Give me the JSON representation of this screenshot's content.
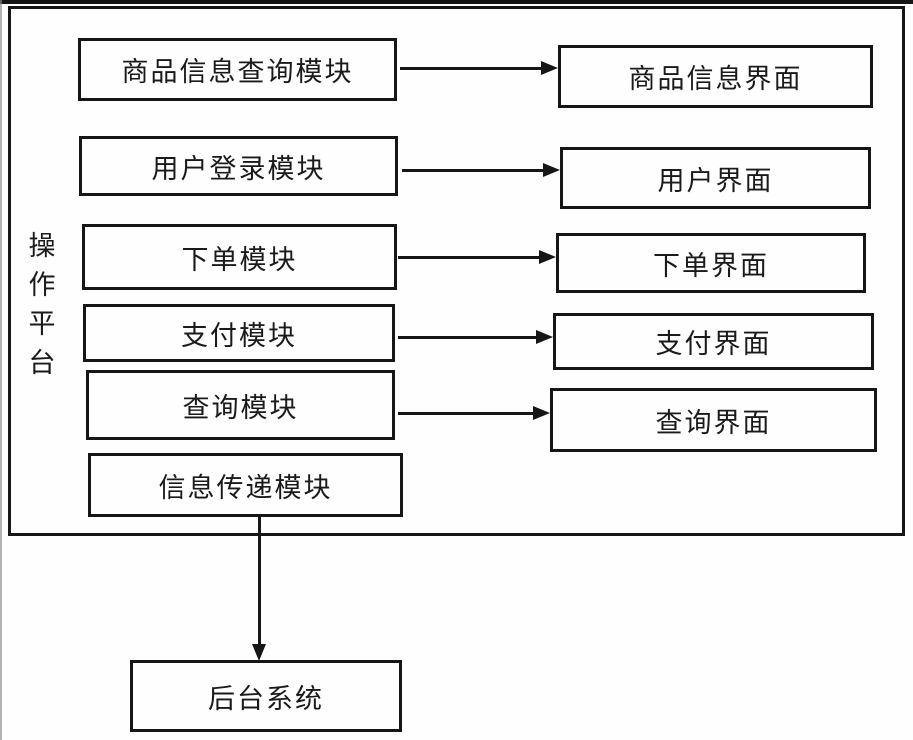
{
  "figure": {
    "platform": {
      "label": "操作平台",
      "modules": [
        {
          "label": "商品信息查询模块"
        },
        {
          "label": "用户登录模块"
        },
        {
          "label": "下单模块"
        },
        {
          "label": "支付模块"
        },
        {
          "label": "查询模块"
        },
        {
          "label": "信息传递模块"
        }
      ],
      "interfaces": [
        {
          "label": "商品信息界面"
        },
        {
          "label": "用户界面"
        },
        {
          "label": "下单界面"
        },
        {
          "label": "支付界面"
        },
        {
          "label": "查询界面"
        }
      ]
    },
    "backend": {
      "label": "后台系统"
    },
    "connections": [
      {
        "from": "商品信息查询模块",
        "to": "商品信息界面",
        "direction": "right"
      },
      {
        "from": "用户登录模块",
        "to": "用户界面",
        "direction": "right"
      },
      {
        "from": "下单模块",
        "to": "下单界面",
        "direction": "right"
      },
      {
        "from": "支付模块",
        "to": "支付界面",
        "direction": "right"
      },
      {
        "from": "查询模块",
        "to": "查询界面",
        "direction": "right"
      },
      {
        "from": "信息传递模块",
        "to": "后台系统",
        "direction": "down"
      }
    ],
    "colors": {
      "line": "#161616",
      "background": "#fefefe"
    }
  }
}
